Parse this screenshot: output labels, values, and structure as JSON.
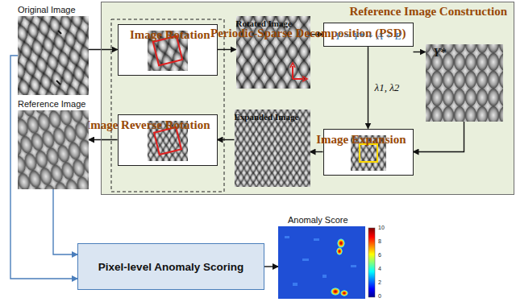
{
  "diagram": {
    "nodes": [
      {
        "text": [
          "Reference Image Construction"
        ]
      },
      {
        "text": [
          "Original Image"
        ]
      },
      {
        "text": [
          "Image Rotation"
        ],
        "in": 0
      },
      {
        "text": [
          "Rotated Image"
        ],
        "in": 0
      },
      {
        "text": [
          "Periodic-Sparse Decomposition (PSD)",
          "Y = Y* + A + E"
        ],
        "in": 0
      },
      {
        "text": [
          "Y*"
        ],
        "in": 0
      },
      {
        "text": [
          "Image Expansion"
        ],
        "in": 0
      },
      {
        "text": [
          "Expanded Image"
        ],
        "in": 0
      },
      {
        "text": [
          "Image Reverse Rotation"
        ],
        "in": 0
      },
      {
        "text": [
          "Reference Image"
        ]
      },
      {
        "text": [
          "Pixel-level Anomaly Scoring"
        ]
      },
      {
        "text": [
          "Anomaly Score"
        ]
      }
    ],
    "edges": [
      {
        "from": 1,
        "to": 2,
        "arrow": "to"
      },
      {
        "from": 2,
        "to": 3,
        "arrow": "to"
      },
      {
        "from": 3,
        "to": 4,
        "arrow": "to"
      },
      {
        "from": 4,
        "to": 5,
        "arrow": "to"
      },
      {
        "from": 5,
        "to": 6,
        "arrow": "to"
      },
      {
        "from": 4,
        "to": 6,
        "label": "λ1, λ2",
        "arrow": "to"
      },
      {
        "from": 6,
        "to": 7,
        "arrow": "to"
      },
      {
        "from": 7,
        "to": 8,
        "arrow": "to"
      },
      {
        "from": 8,
        "to": 9,
        "arrow": "to"
      },
      {
        "from": 1,
        "to": 10,
        "arrow": "to"
      },
      {
        "from": 9,
        "to": 10,
        "arrow": "to"
      },
      {
        "from": 10,
        "to": 11,
        "arrow": "to"
      }
    ],
    "labels": [
      "10",
      "8",
      "6",
      "4",
      "2",
      "0"
    ]
  }
}
